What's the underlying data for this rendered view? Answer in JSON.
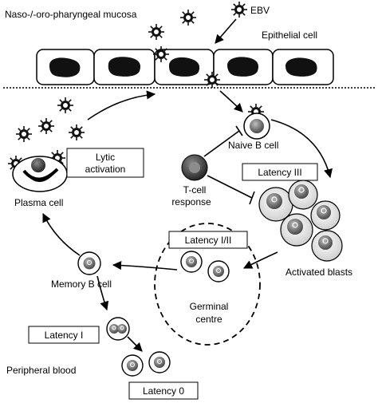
{
  "labels": {
    "mucosa": "Naso-/-oro-pharyngeal mucosa",
    "ebv": "EBV",
    "epithelial_cell": "Epithelial cell",
    "lytic_activation_line1": "Lytic",
    "lytic_activation_line2": "activation",
    "naive_b_cell": "Naive B cell",
    "plasma_cell": "Plasma cell",
    "t_cell_line1": "T-cell",
    "t_cell_line2": "response",
    "latency_iii": "Latency III",
    "latency_i_ii": "Latency I/II",
    "activated_blasts": "Activated blasts",
    "memory_b_cell": "Memory B cell",
    "germinal_line1": "Germinal",
    "germinal_line2": "centre",
    "latency_i": "Latency I",
    "peripheral_blood": "Peripheral blood",
    "latency_0": "Latency 0"
  },
  "colors": {
    "line": "#000000",
    "cell_fill": "#ffffff",
    "nucleus": "#111111",
    "b_nucleus": "#6b6b6b",
    "blast_shade": "#9a9a9a"
  }
}
